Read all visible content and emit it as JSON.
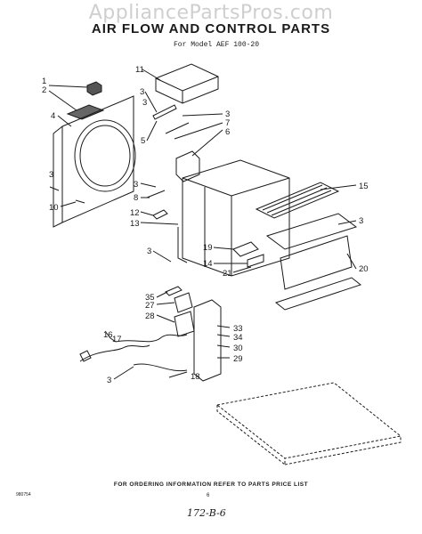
{
  "watermark": "AppliancePartsPros.com",
  "title": "AIR FLOW AND CONTROL PARTS",
  "subtitle": "For Model AEF 100-20",
  "footer_note": "FOR ORDERING INFORMATION REFER TO PARTS PRICE LIST",
  "corner_code": "980754",
  "page_dot": "6",
  "handwritten": "172-B-6",
  "callouts": [
    "1",
    "2",
    "3",
    "4",
    "3",
    "5",
    "3",
    "7",
    "6",
    "11",
    "3",
    "8",
    "12",
    "13",
    "10",
    "3",
    "15",
    "3",
    "19",
    "14",
    "21",
    "20",
    "3",
    "35",
    "27",
    "28",
    "16",
    "17",
    "33",
    "34",
    "30",
    "29",
    "3",
    "18"
  ]
}
